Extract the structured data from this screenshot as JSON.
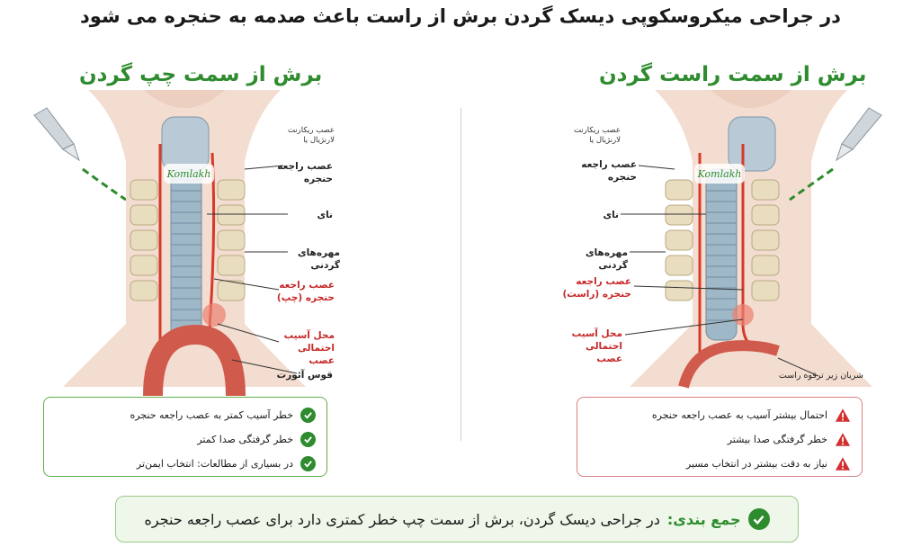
{
  "title": "در جراحی میکروسکوپی دیسک گردن برش از راست باعث صدمه به حنجره می شود",
  "left_panel": {
    "heading": "برش از سمت چپ گردن",
    "labels": {
      "recurrent_nerve": "عصب راجعه حنجره",
      "trachea": "نای",
      "vertebrae": "مهره‌های گردنی",
      "left_nerve": "عصب راجعه حنجره (چپ)",
      "injury_site": "محل آسیب احتمالی عصب",
      "aortic_arch": "قوس آئورت",
      "note": "عصب ریکارنت لارنژیال یا"
    },
    "items": [
      "خطر آسیب کمتر به عصب راجعه حنجره",
      "خطر گرفتگی صدا کمتر",
      "در بسیاری از مطالعات: انتخاب ایمن‌تر"
    ]
  },
  "right_panel": {
    "heading": "برش از سمت راست گردن",
    "labels": {
      "note": "عصب ریکارنت لارنژیال یا",
      "recurrent_nerve": "عصب راجعه حنجره",
      "trachea": "نای",
      "vertebrae": "مهره‌های گردنی",
      "right_nerve": "عصب راجعه حنجره (راست)",
      "injury_site": "محل آسیب احتمالی عصب",
      "subclavian": "شریان زیر ترقوه راست"
    },
    "items": [
      "احتمال بیشتر آسیب به عصب راجعه حنجره",
      "خطر گرفتگی صدا بیشتر",
      "نیاز به دقت بیشتر در انتخاب مسیر"
    ]
  },
  "logo_text": "Komlakh",
  "summary": {
    "lead": "جمع بندی:",
    "text": "در جراحی دیسک گردن، برش از سمت چپ خطر کمتری دارد برای عصب راجعه حنجره"
  },
  "colors": {
    "green": "#2e8b2e",
    "red": "#c62828",
    "nerve": "#d63a2a",
    "bone": "#e9ddc0",
    "trachea": "#9fb8c8"
  },
  "icons": [
    "scalpel-icon",
    "check-icon",
    "warning-icon"
  ]
}
